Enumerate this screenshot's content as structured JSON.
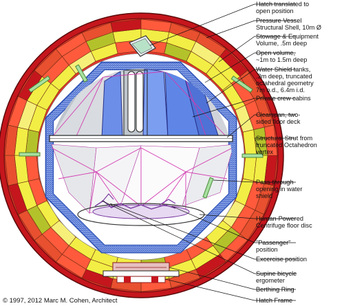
{
  "credit": "© 1997, 2012 Marc M. Cohen, Architect",
  "callouts": [
    {
      "id": "hatch-open",
      "lines": [
        "Hatch translated to",
        "open position"
      ]
    },
    {
      "id": "pressure-vessel",
      "lines": [
        "Pressure Vessel",
        "Structural Shell, 10m Ø"
      ]
    },
    {
      "id": "stowage",
      "lines": [
        "Stowage & Equipment",
        "Volume, .5m deep"
      ]
    },
    {
      "id": "open-volume",
      "lines": [
        "Open volume,",
        "~1m to 1.5m deep"
      ]
    },
    {
      "id": "water-shield",
      "lines": [
        "Water Shield tanks,",
        ".3m deep, truncated",
        "octahedral geometry",
        "7m o.d., 6.4m i.d."
      ]
    },
    {
      "id": "crew-cabins",
      "lines": [
        "Private crew cabins"
      ]
    },
    {
      "id": "floor-deck",
      "lines": [
        "Clearspan, two-",
        "sided floor deck"
      ]
    },
    {
      "id": "strut",
      "lines": [
        "Structural Strut from",
        "truncated Octahedron",
        "vertex"
      ]
    },
    {
      "id": "pass-through",
      "lines": [
        "Pass-through",
        "opening in water",
        "shield"
      ]
    },
    {
      "id": "centrifuge",
      "lines": [
        "Human-Powered",
        "Centrifuge floor disc"
      ]
    },
    {
      "id": "passenger",
      "lines": [
        "\"Passenger\"",
        "position"
      ]
    },
    {
      "id": "exercise",
      "lines": [
        "Excercise position"
      ]
    },
    {
      "id": "ergometer",
      "lines": [
        "Supine bicycle",
        "ergometer"
      ]
    },
    {
      "id": "berthing",
      "lines": [
        "Berthing  Ring"
      ]
    },
    {
      "id": "hatch-frame",
      "lines": [
        "Hatch Frame"
      ]
    }
  ],
  "colors": {
    "outer_shell": "#c5161d",
    "stowage": "#ff5a3c",
    "yellow": "#f2ee45",
    "lime": "#b3c22a",
    "water_shield": "#7d9ce6",
    "cabin_blue": "#6c8ee8",
    "frame_magenta": "#d23ab0",
    "strut_green": "#8fd18a"
  }
}
